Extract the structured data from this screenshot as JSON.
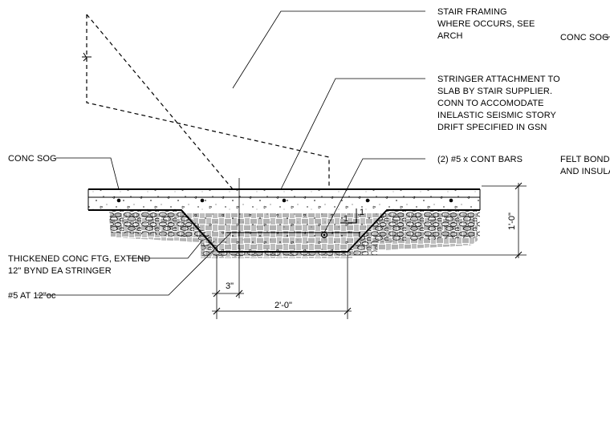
{
  "notes": {
    "stair_framing": [
      "STAIR FRAMING",
      "WHERE OCCURS, SEE",
      "ARCH"
    ],
    "stringer_attachment": [
      "STRINGER ATTACHMENT TO",
      "SLAB BY STAIR SUPPLIER.",
      "CONN TO ACCOMODATE",
      "INELASTIC SEISMIC STORY",
      "DRIFT SPECIFIED IN GSN"
    ],
    "cont_bars": "(2) #5 x CONT BARS",
    "conc_sog_left": "CONC SOG",
    "conc_sog_right": "CONC SOG",
    "felt_bond": [
      "FELT BOND B",
      "AND INSULAT"
    ],
    "thickened_ftg": [
      "THICKENED CONC FTG, EXTEND",
      "12\" BYND EA STRINGER"
    ],
    "rebar_spacing": "#5 AT 12\"oc"
  },
  "dimensions": {
    "depth": "1'-0\"",
    "offset": "3\"",
    "width": "2'-0\""
  },
  "slope": {
    "rise": "1",
    "run": "1"
  }
}
